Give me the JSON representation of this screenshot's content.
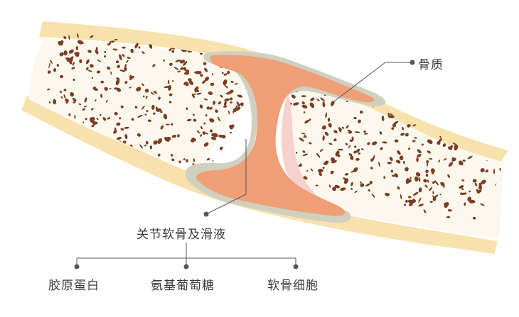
{
  "labels": {
    "bone": "骨质",
    "cartilage": "关节软骨及滑液",
    "collagen": "胶原蛋白",
    "glucosamine": "氨基葡萄糖",
    "chondrocyte": "软骨细胞"
  },
  "colors": {
    "outer_band": "#f7e2ad",
    "spongy_bone": "#fcf8ee",
    "pore": "#7a3d22",
    "cartilage": "#ef9e76",
    "cartilage_rim": "#cfd0bf",
    "synovial_glow": "#f7d2cd",
    "leader_line": "#555555"
  }
}
